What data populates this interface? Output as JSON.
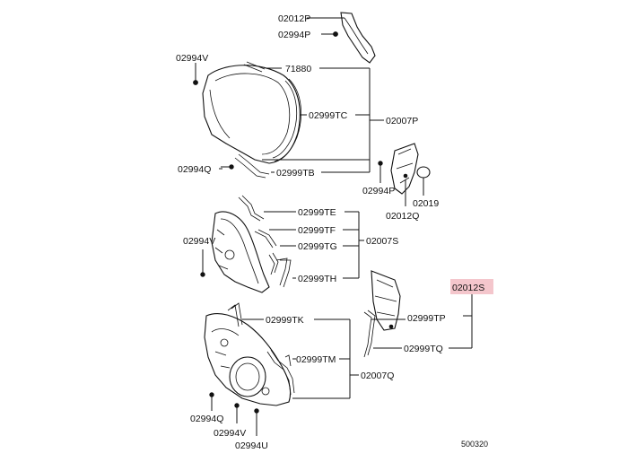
{
  "diagram": {
    "footer_code": "500320",
    "highlight_color": "#f4c6cc",
    "labels": {
      "p02012P": "02012P",
      "p02994P_top": "02994P",
      "p71880": "71880",
      "p02994V_top": "02994V",
      "p02999TC": "02999TC",
      "p02007P": "02007P",
      "p02994Q_top": "02994Q",
      "p02999TB": "02999TB",
      "p02994P_mid": "02994P",
      "p02019": "02019",
      "p02012Q": "02012Q",
      "p02999TE": "02999TE",
      "p02999TF": "02999TF",
      "p02994V_mid": "02994V",
      "p02999TG": "02999TG",
      "p02007S": "02007S",
      "p02999TH": "02999TH",
      "p02012S": "02012S",
      "p02999TK": "02999TK",
      "p02999TP": "02999TP",
      "p02999TQ": "02999TQ",
      "p02999TM": "02999TM",
      "p02007Q": "02007Q",
      "p02994Q_bot": "02994Q",
      "p02994V_bot": "02994V",
      "p02994U": "02994U"
    }
  }
}
